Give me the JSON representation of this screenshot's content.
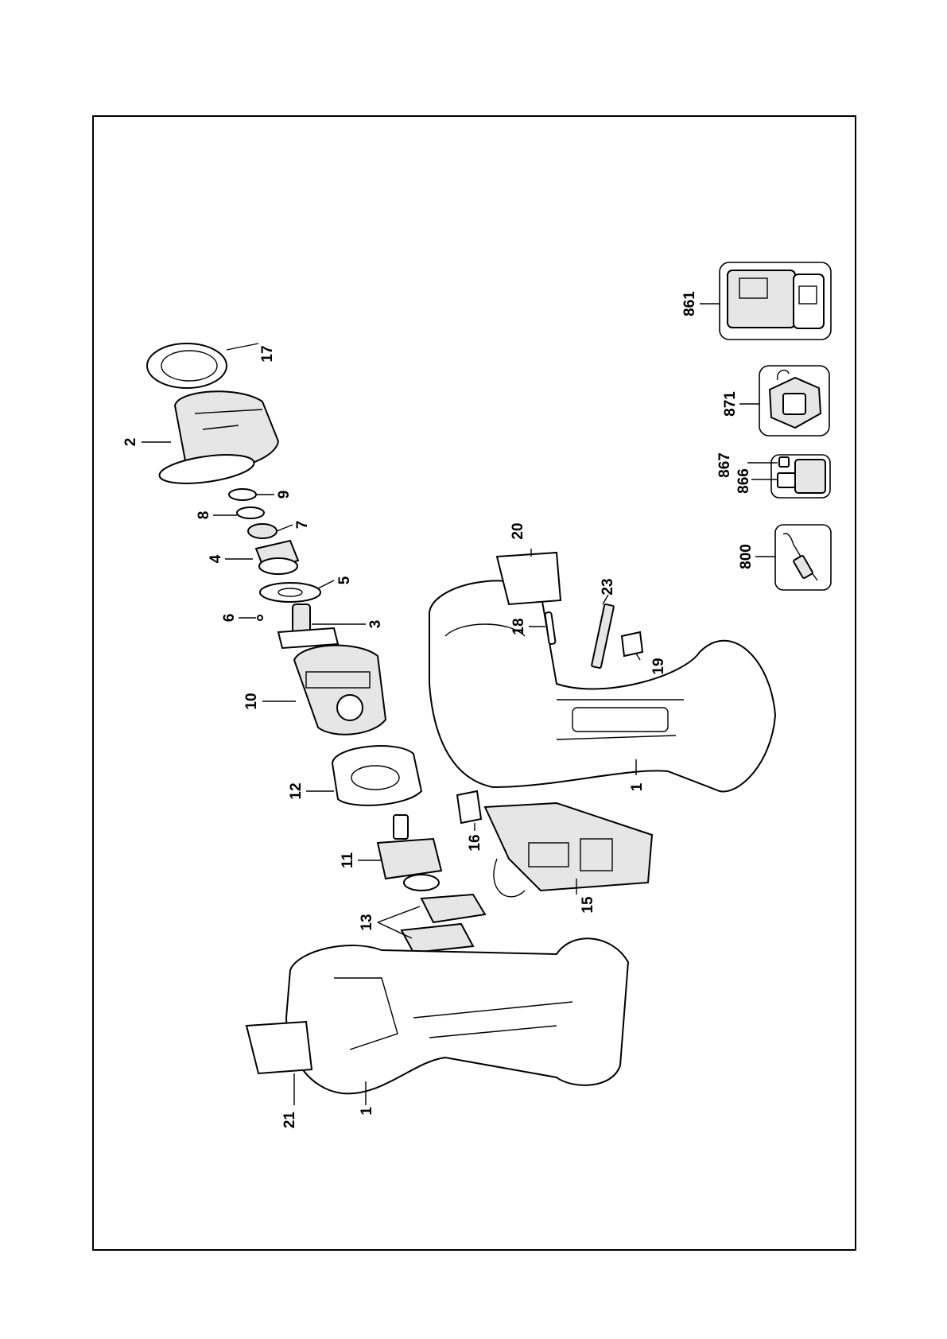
{
  "diagram": {
    "type": "exploded-parts-view",
    "callouts": [
      {
        "id": "handle_housing",
        "label": "1"
      },
      {
        "id": "left_housing",
        "label": "1"
      },
      {
        "id": "gear_case",
        "label": "2"
      },
      {
        "id": "anvil",
        "label": "3"
      },
      {
        "id": "washer",
        "label": "4"
      },
      {
        "id": "hammer",
        "label": "5"
      },
      {
        "id": "ball",
        "label": "6"
      },
      {
        "id": "spring",
        "label": "7"
      },
      {
        "id": "ring_8",
        "label": "8"
      },
      {
        "id": "ring_9",
        "label": "9"
      },
      {
        "id": "transmission",
        "label": "10"
      },
      {
        "id": "armature",
        "label": "11"
      },
      {
        "id": "field_ring",
        "label": "12"
      },
      {
        "id": "brush_holders",
        "label": "13"
      },
      {
        "id": "switch",
        "label": "15"
      },
      {
        "id": "switch_actuator",
        "label": "16"
      },
      {
        "id": "bumper",
        "label": "17"
      },
      {
        "id": "screw",
        "label": "18"
      },
      {
        "id": "clip",
        "label": "19"
      },
      {
        "id": "label_20",
        "label": "20"
      },
      {
        "id": "label_21",
        "label": "21"
      },
      {
        "id": "bit",
        "label": "23"
      },
      {
        "id": "kit_800",
        "label": "800"
      },
      {
        "id": "battery_866",
        "label": "866"
      },
      {
        "id": "battery_cap_867",
        "label": "867"
      },
      {
        "id": "charger_871",
        "label": "871"
      },
      {
        "id": "case_861",
        "label": "861"
      }
    ]
  },
  "colors": {
    "line": "#000000",
    "fill": "#ffffff",
    "shade": "#e6e6e6"
  }
}
